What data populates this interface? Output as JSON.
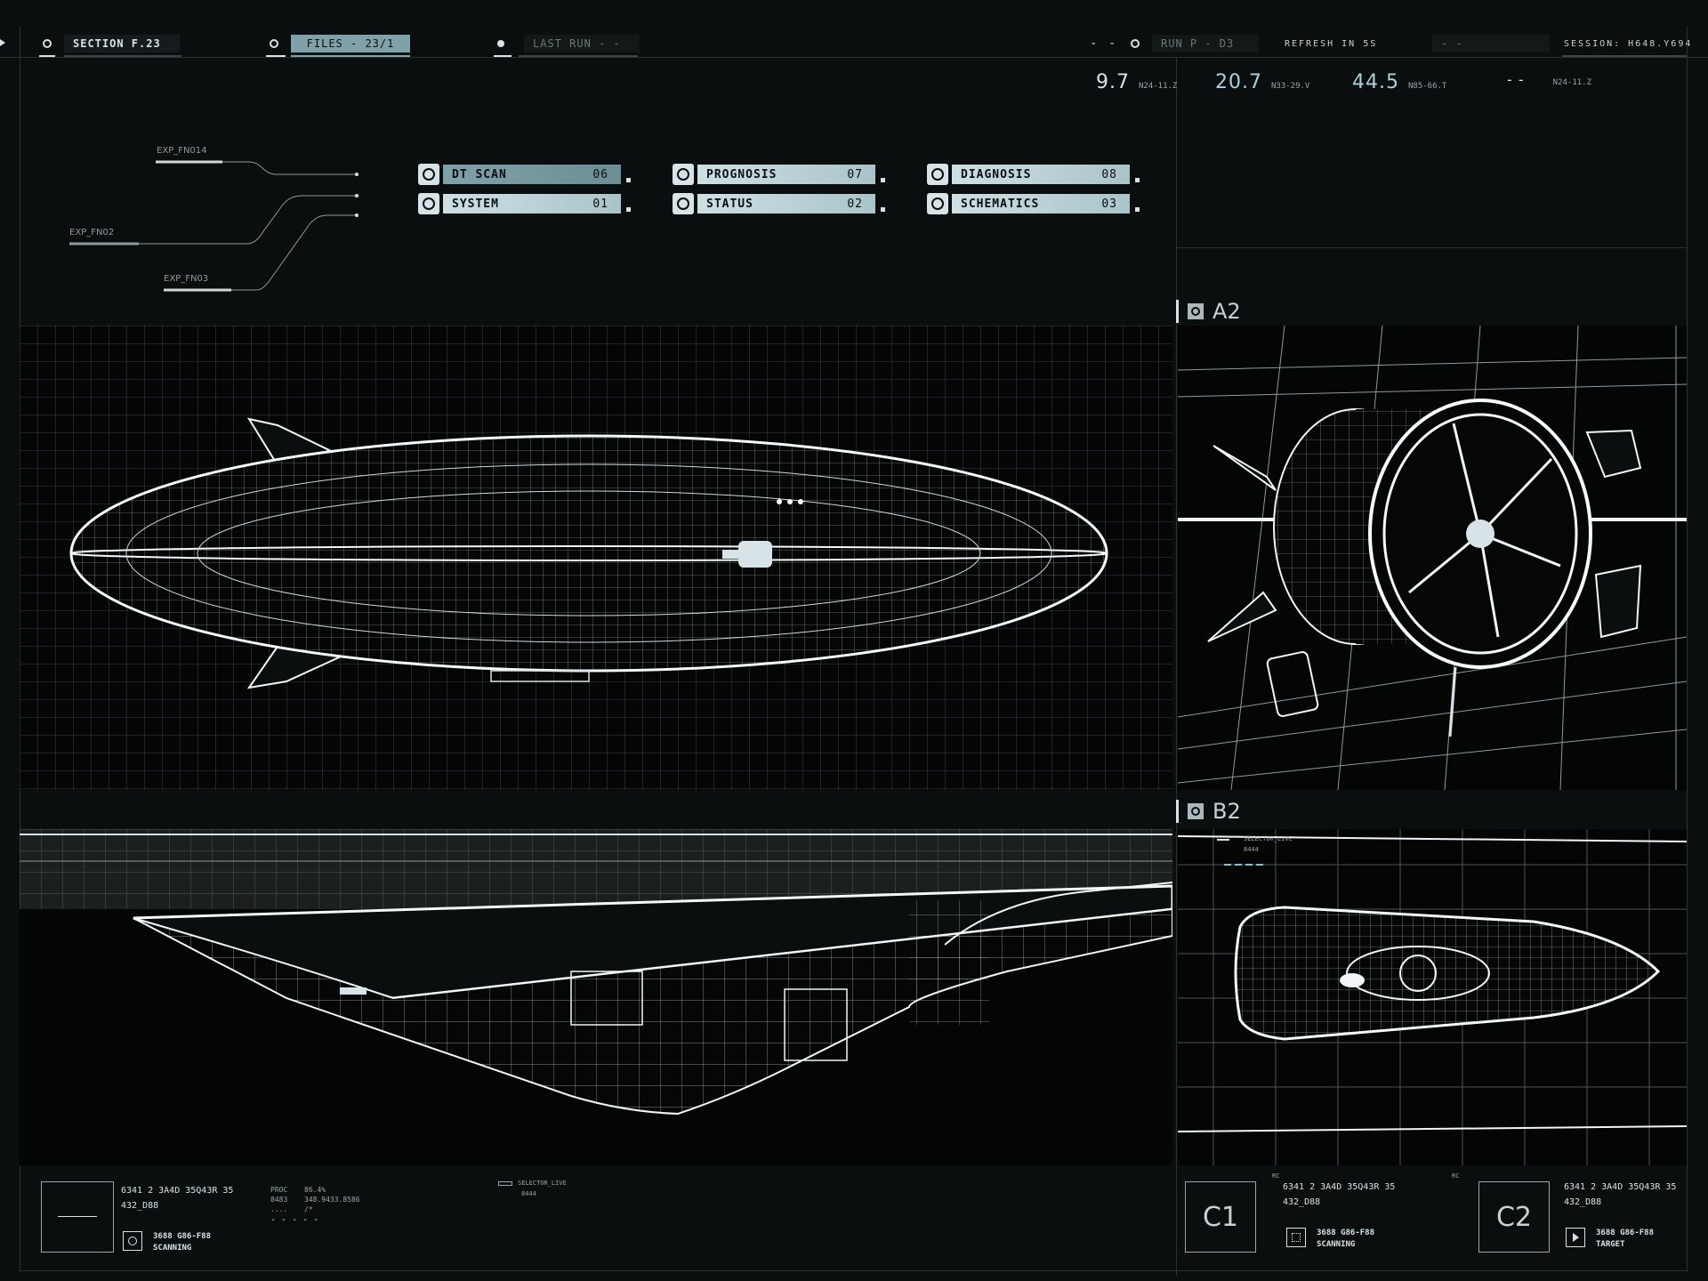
{
  "topbar": {
    "section": "SECTION F.23",
    "files": "FILES - 23/1",
    "last_run": "LAST RUN - -",
    "run_dashes": "- -",
    "run_p": "RUN P - D3",
    "refresh": "REFRESH IN 5S",
    "refresh_value": "- -",
    "session": "SESSION: H648.Y694"
  },
  "metrics": [
    {
      "value": "9.7",
      "code": "N24-11.Z"
    },
    {
      "value": "20.7",
      "code": "N33-29.V"
    },
    {
      "value": "44.5",
      "code": "N85-66.T"
    },
    {
      "value": "- -",
      "code": "N24-11.Z"
    }
  ],
  "nav": [
    {
      "label": "DT SCAN",
      "num": "06"
    },
    {
      "label": "PROGNOSIS",
      "num": "07"
    },
    {
      "label": "DIAGNOSIS",
      "num": "08"
    },
    {
      "label": "SYSTEM",
      "num": "01"
    },
    {
      "label": "STATUS",
      "num": "02"
    },
    {
      "label": "SCHEMATICS",
      "num": "03"
    }
  ],
  "exp": [
    "EXP_FN014",
    "EXP_FN02",
    "EXP_FN03"
  ],
  "panels": {
    "a2": "A2",
    "b2": "B2",
    "b2_selector": "SELECTOR_LIVE",
    "b2_selector_code": "8444"
  },
  "bottom": {
    "left_line1": "6341 2 3A4D 35Q43R 35",
    "left_line2": "432_D88",
    "left_status1": "3688 G86-F88",
    "left_status2": "SCANNING",
    "proc_labels": [
      "PROC",
      "8483",
      "...."
    ],
    "proc_values": [
      "86.4%",
      "348.9433.8586",
      "/*"
    ],
    "proc_dashes": "- - - - -",
    "selector": "SELECTOR_LIVE",
    "selector_code": "8444",
    "c1": "C1",
    "c1_line1": "6341 2 3A4D 35Q43R 35",
    "c1_line2": "432_D88",
    "c1_status1": "3688 G86-F88",
    "c1_status2": "SCANNING",
    "c2": "C2",
    "c2_line1": "6341 2 3A4D 35Q43R 35",
    "c2_line2": "432_D88",
    "c2_status1": "3688 G86-F88",
    "c2_status2": "TARGET",
    "mark": "RC"
  }
}
